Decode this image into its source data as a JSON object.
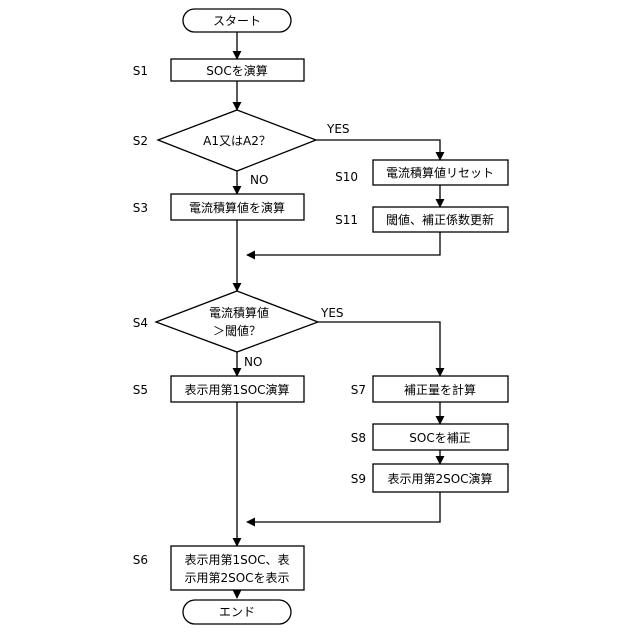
{
  "nodes": {
    "start": "スタート",
    "s1": "SOCを演算",
    "s2": "A1又はA2？",
    "s10": "電流積算値リセット",
    "s3": "電流積算値を演算",
    "s11": "閾値、補正係数更新",
    "s4_line1": "電流積算値",
    "s4_line2": "＞閾値？",
    "s5": "表示用第1SOC演算",
    "s7": "補正量を計算",
    "s8": "SOCを補正",
    "s9": "表示用第2SOC演算",
    "s6_line1": "表示用第1SOC、表",
    "s6_line2": "示用第2SOCを表示",
    "end": "エンド"
  },
  "steps": {
    "s1": "S1",
    "s2": "S2",
    "s3": "S3",
    "s4": "S4",
    "s5": "S5",
    "s6": "S6",
    "s7": "S7",
    "s8": "S8",
    "s9": "S9",
    "s10": "S10",
    "s11": "S11"
  },
  "branches": {
    "s2_yes": "YES",
    "s2_no": "NO",
    "s4_yes": "YES",
    "s4_no": "NO"
  },
  "colors": {
    "stroke": "#000000",
    "fill": "#ffffff"
  }
}
